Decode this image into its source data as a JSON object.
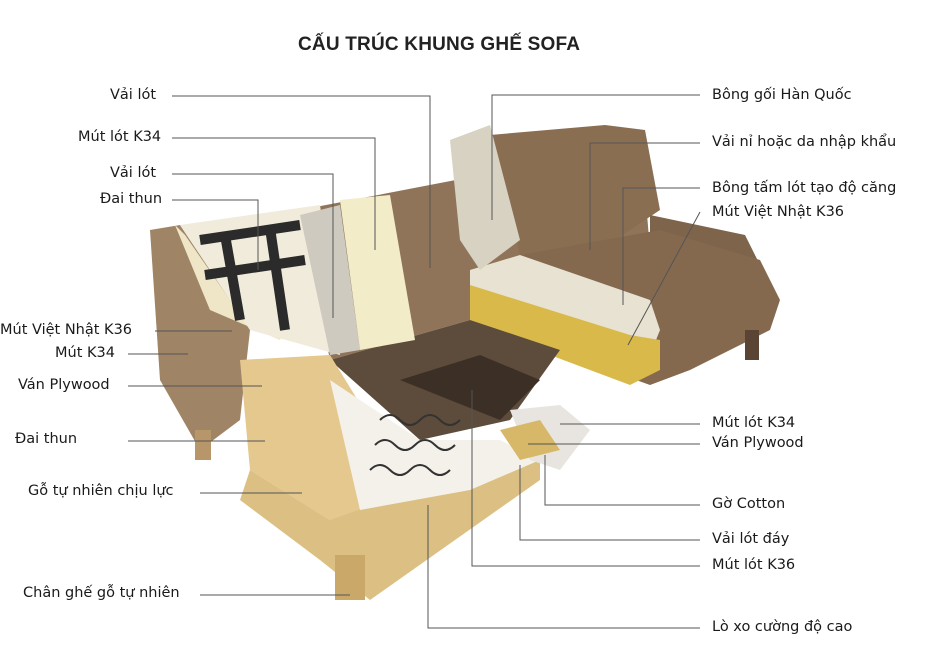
{
  "title": "CẤU TRÚC KHUNG GHẾ SOFA",
  "labels_left": [
    "Vải lót",
    "Mút lót K34",
    "Vải lót",
    "Đai thun",
    "Mút Việt Nhật K36",
    "Mút K34",
    "Ván Plywood",
    "Đai thun",
    "Gỗ tự nhiên chịu lực",
    "Chân ghế gỗ tự nhiên"
  ],
  "labels_right": [
    "Bông gối Hàn Quốc",
    "Vải nỉ hoặc da nhập khẩu",
    "Bông tấm lót tạo độ căng",
    "Mút Việt Nhật K36",
    "Mút lót K34",
    "Ván Plywood",
    "Gờ Cotton",
    "Vải lót đáy",
    "Mút lót K36",
    "Lò xo cường độ cao"
  ],
  "colors": {
    "fabric": "#8c7156",
    "fabric_dark": "#6b5540",
    "wood": "#e3c88a",
    "foam": "#f0ead2",
    "strap": "#2b2b2b",
    "line": "#555555"
  }
}
